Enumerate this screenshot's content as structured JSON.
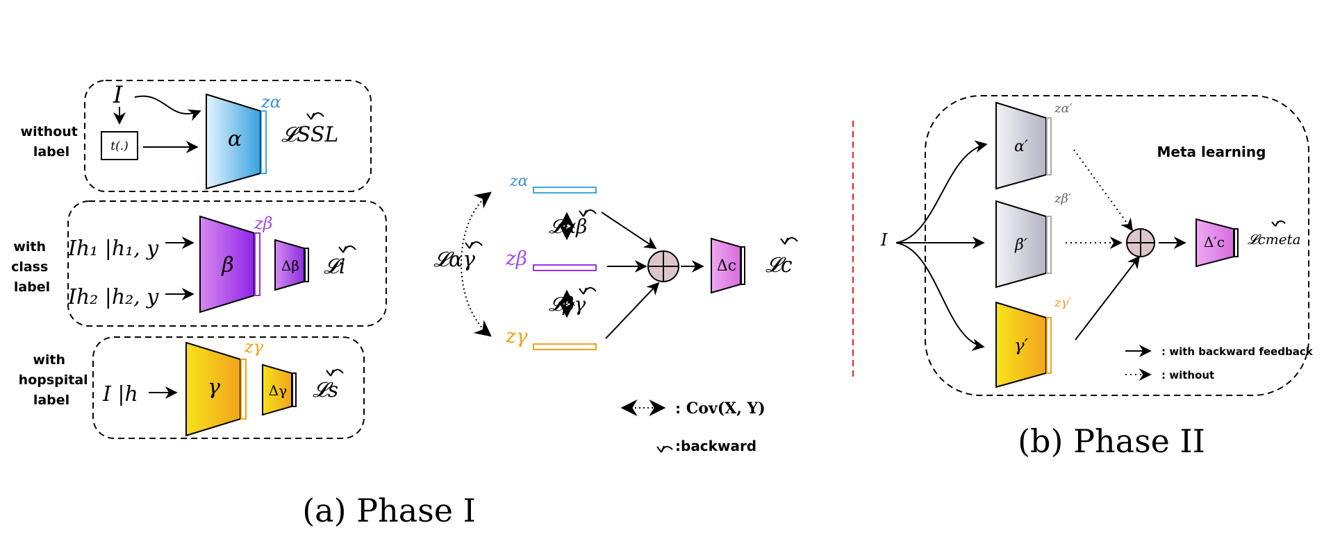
{
  "phase1": {
    "caption": "(a) Phase I",
    "group_ssl": {
      "side_label": [
        "without",
        "label"
      ],
      "input": "I",
      "transform": "t(.)",
      "encoder": "α",
      "embedding": "zα",
      "loss": "𝓛SSL"
    },
    "group_class": {
      "side_label": [
        "with",
        "class",
        "label"
      ],
      "input_1": "Ih₁ |h₁, y",
      "input_2": "Ih₂ |h₂, y",
      "encoder": "β",
      "embedding": "zβ",
      "head": "Δβ",
      "loss": "𝓛i"
    },
    "group_hospital": {
      "side_label": [
        "with",
        "hopspital",
        "label"
      ],
      "input": "I |h",
      "encoder": "γ",
      "embedding": "zγ",
      "head": "Δγ",
      "loss": "𝓛s"
    },
    "center": {
      "z_alpha": "zα",
      "z_beta": "zβ",
      "z_gamma": "zγ",
      "loss_ab": "𝓛αβ",
      "loss_bg": "𝓛βγ",
      "loss_ag": "𝓛αγ",
      "head": "Δc",
      "loss_c": "𝓛c"
    },
    "legend": {
      "cov": ":  Cov(X, Y)",
      "backward": ":backward"
    }
  },
  "phase2": {
    "caption": "(b) Phase II",
    "title": "Meta learning",
    "input": "I",
    "enc_alpha": "α′",
    "enc_beta": "β′",
    "enc_gamma": "γ′",
    "z_alpha": "zα′",
    "z_beta": "zβ′",
    "z_gamma": "zγ′",
    "head": "Δ′c",
    "loss": "𝓛cmeta",
    "legend_solid": ": with backward feedback",
    "legend_dotted": ": without"
  },
  "colors": {
    "alpha": "#3fa6e0",
    "beta": "#9b2ee6",
    "gamma": "#f2a21a",
    "head_c": "#e27ee8",
    "gray": "#b9b9c6",
    "divider": "#e02020"
  }
}
